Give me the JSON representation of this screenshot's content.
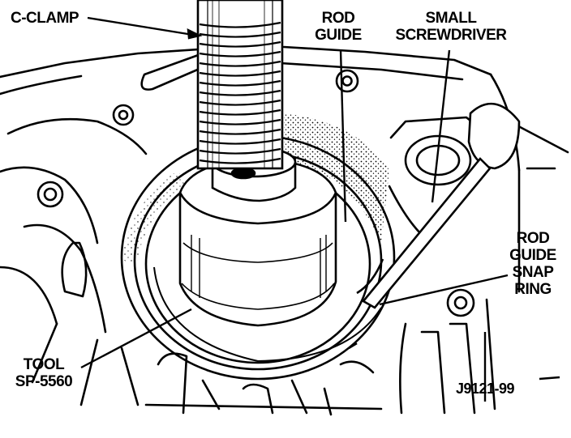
{
  "labels": {
    "c_clamp": "C-CLAMP",
    "rod_guide_line1": "ROD",
    "rod_guide_line2": "GUIDE",
    "small_screwdriver_line1": "SMALL",
    "small_screwdriver_line2": "SCREWDRIVER",
    "snap_ring_line1": "ROD",
    "snap_ring_line2": "GUIDE",
    "snap_ring_line3": "SNAP",
    "snap_ring_line4": "RING",
    "tool_line1": "TOOL",
    "tool_line2": "SP-5560",
    "figure_id": "J9121-99"
  }
}
